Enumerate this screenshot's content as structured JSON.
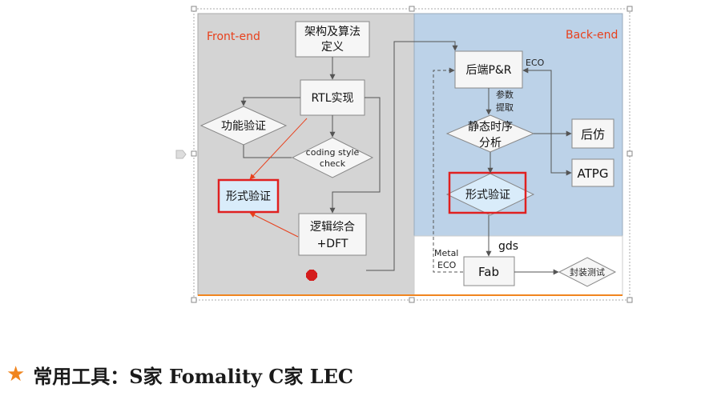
{
  "diagram": {
    "front_end_title": "Front-end",
    "back_end_title": "Back-end",
    "nodes": {
      "arch_line1": "架构及算法",
      "arch_line2": "定义",
      "rtl": "RTL实现",
      "func_verify": "功能验证",
      "coding_line1": "coding style",
      "coding_line2": "check",
      "formal_front": "形式验证",
      "synth_line1": "逻辑综合",
      "synth_line2": "+DFT",
      "pr": "后端P&R",
      "sta_line1": "静态时序",
      "sta_line2": "分析",
      "post_sim": "后仿",
      "atpg": "ATPG",
      "formal_back": "形式验证",
      "fab": "Fab",
      "package_test": "封装测试"
    },
    "edge_labels": {
      "eco": "ECO",
      "params_line1": "参数",
      "params_line2": "提取",
      "gds": "gds",
      "metal": "Metal",
      "metal_eco": "ECO"
    },
    "colors": {
      "front_bg": "#d4d4d4",
      "back_bg": "#bcd2e8",
      "highlight_red": "#e02020",
      "title_red": "#e8401c",
      "formal_fill": "#d9ecfa",
      "accent_orange": "#f0851f"
    }
  },
  "footer": {
    "star_icon": "★",
    "tools_text": "常用工具：S家 Fomality  C家 LEC"
  }
}
